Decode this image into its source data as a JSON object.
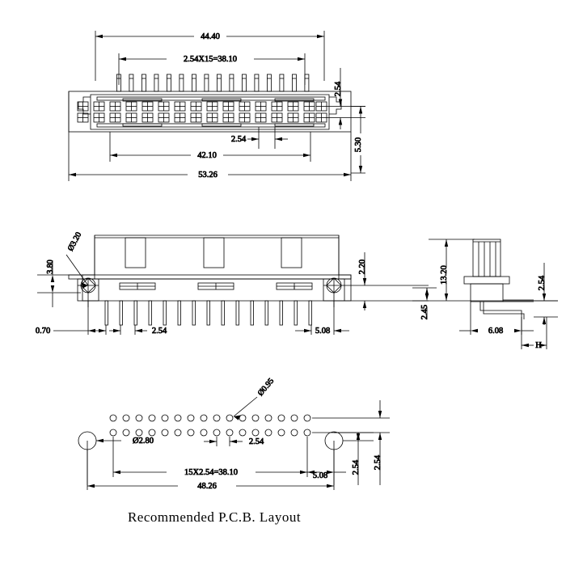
{
  "drawing": {
    "title": "Recommended P.C.B. Layout",
    "line_color": "#000000",
    "background": "#ffffff",
    "positions": 16,
    "rows": 2
  },
  "top_view": {
    "dim_overall_pin_span": "44.40",
    "dim_pitch_string": "2.54X15=38.10",
    "dim_body_length": "42.10",
    "dim_flange_length": "53.26",
    "dim_pin_height": "2.54",
    "dim_row_pitch": "2.54",
    "dim_body_height": "5.30"
  },
  "side_view": {
    "dim_hole_dia": "Ø3.20",
    "dim_flange_edge": "3.80",
    "dim_end_to_pin": "0.70",
    "dim_pin_pitch": "2.54",
    "dim_pin_to_hole": "5.08",
    "dim_board_offset": "2.20"
  },
  "section_view": {
    "dim_total_height": "13.20",
    "dim_tail_length": "2.45",
    "dim_depth": "6.08",
    "dim_row_pitch": "2.54",
    "dim_variant": "H"
  },
  "pcb_layout": {
    "dim_pad_hole_dia": "Ø0.95",
    "dim_mount_hole_dia": "Ø2.80",
    "dim_pad_pitch": "2.54",
    "dim_pitch_string": "15X2.54=38.10",
    "dim_edge_to_hole": "5.08",
    "dim_row_pitch": "2.54",
    "dim_hole_to_edge": "2.54",
    "dim_overall": "48.26"
  }
}
